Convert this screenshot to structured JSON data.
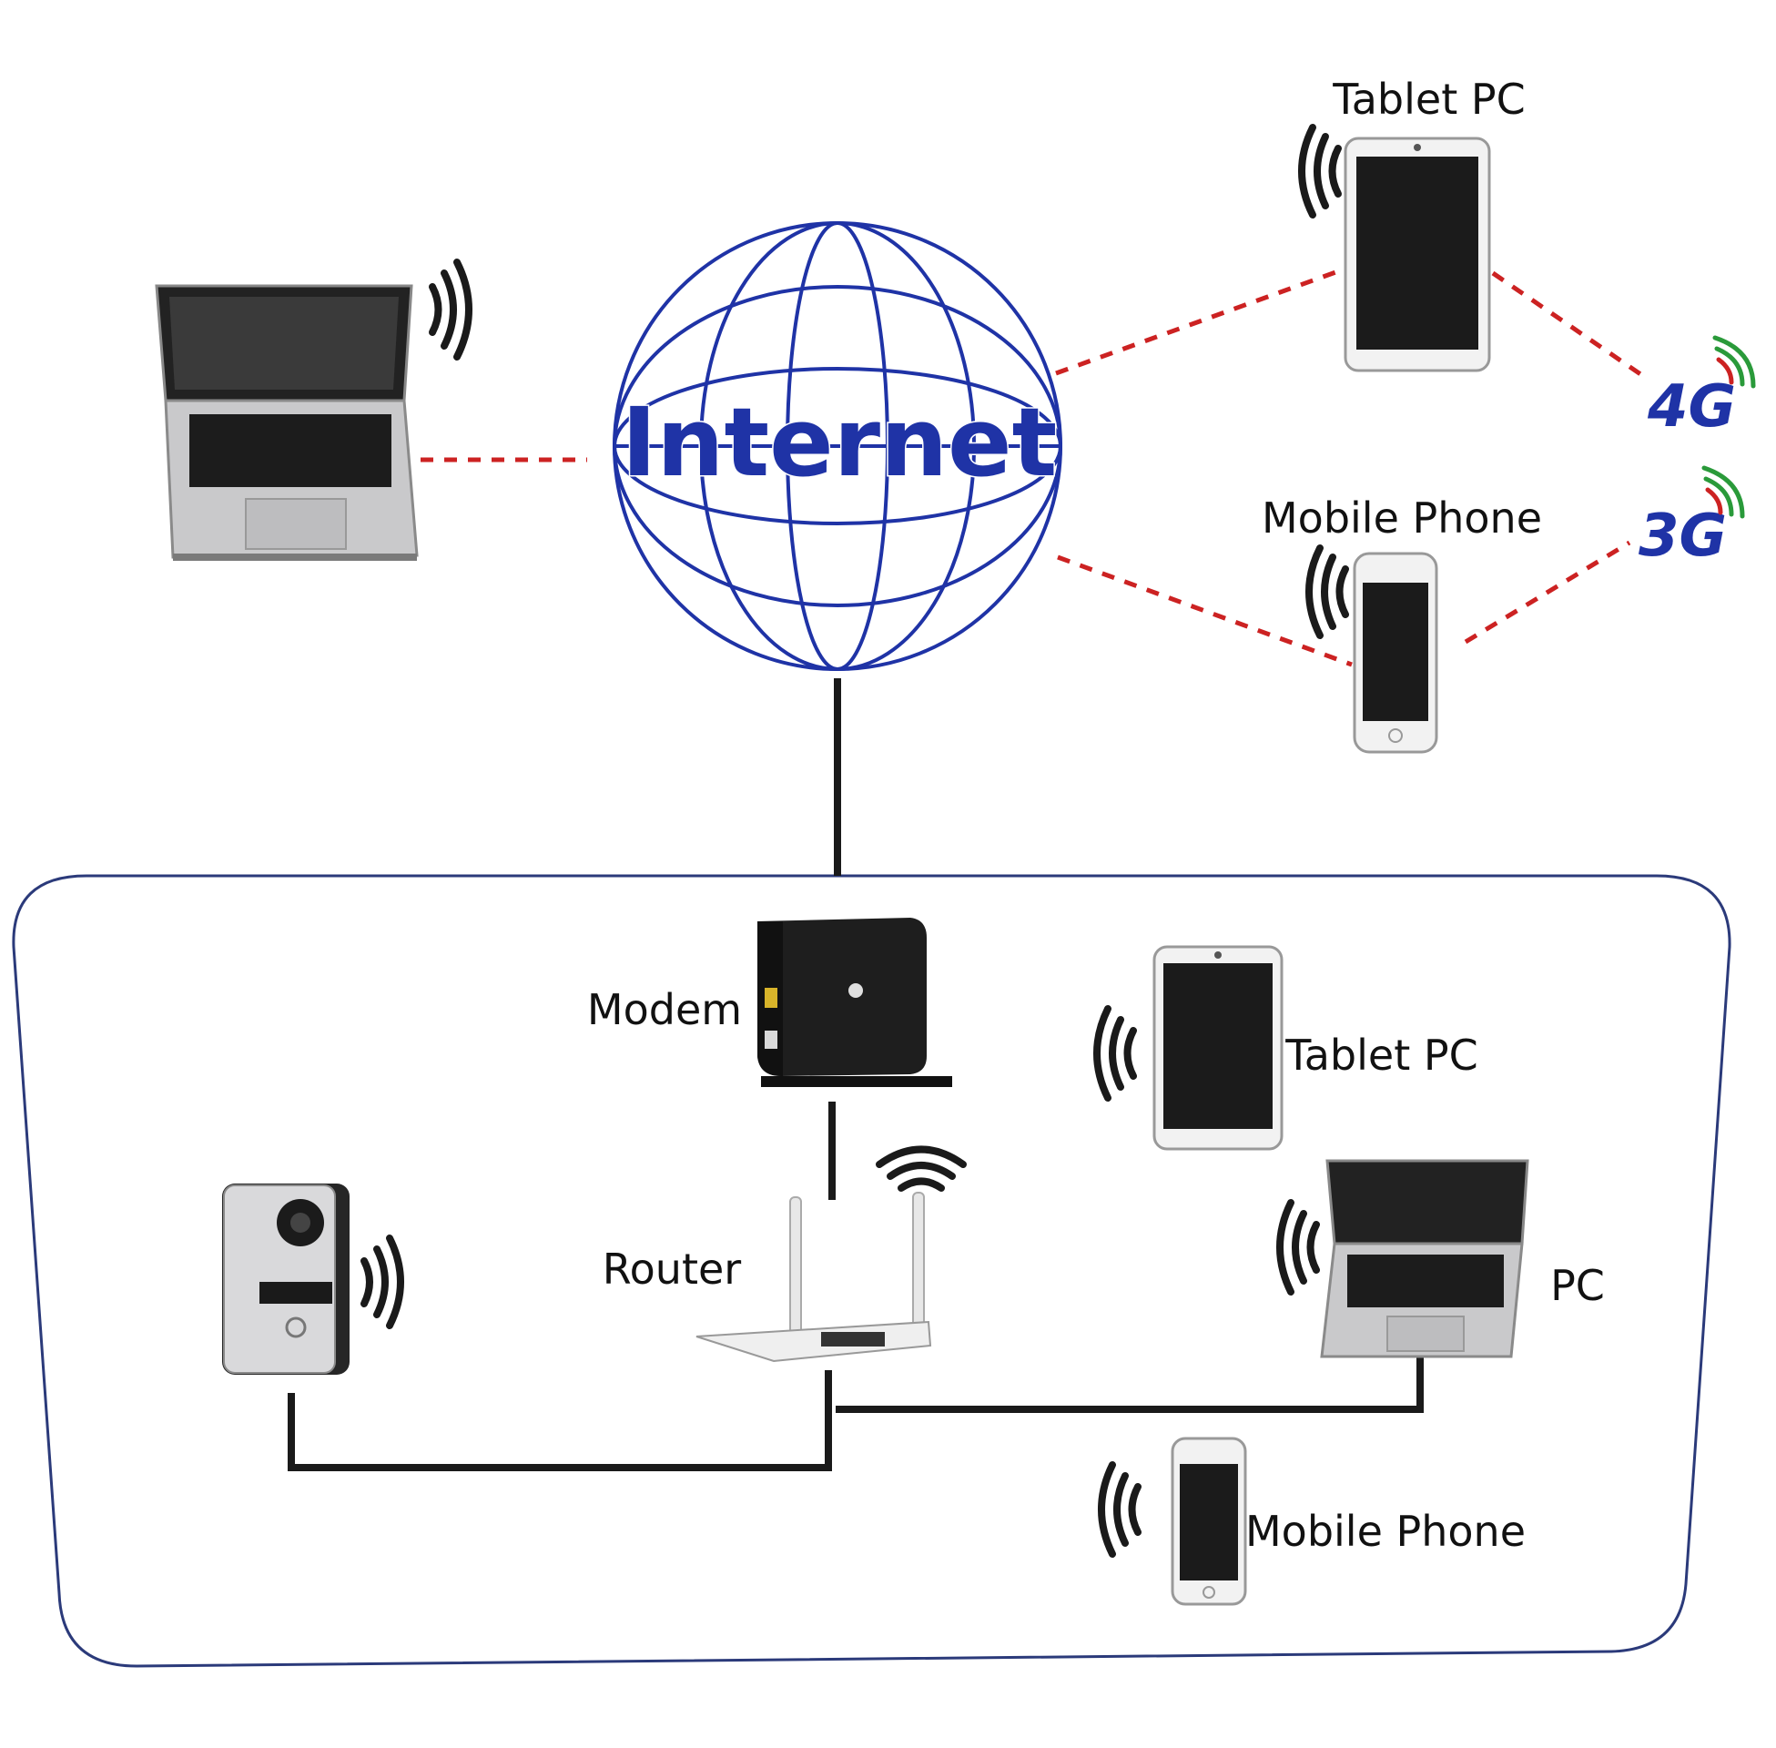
{
  "colors": {
    "globe": "#1f33a6",
    "wireless_link": "#cc2222",
    "wired_link": "#1a1a1a",
    "network_badge": "#1f33a6",
    "signal": "#1a1a1a",
    "lan_border": "#2b3a7a"
  },
  "internet": {
    "label": "Internet",
    "icon": "globe-icon"
  },
  "remote_devices": {
    "tablet": {
      "label": "Tablet PC",
      "icon": "tablet-icon"
    },
    "phone": {
      "label": "Mobile Phone",
      "icon": "mobile-phone-icon"
    },
    "laptop": {
      "icon": "laptop-icon"
    }
  },
  "networks": {
    "four_g": {
      "label": "4G"
    },
    "three_g": {
      "label": "3G"
    }
  },
  "lan": {
    "modem": {
      "label": "Modem",
      "icon": "modem-icon"
    },
    "router": {
      "label": "Router",
      "icon": "router-icon"
    },
    "tablet": {
      "label": "Tablet PC",
      "icon": "tablet-icon"
    },
    "pc": {
      "label": "PC",
      "icon": "laptop-icon"
    },
    "phone": {
      "label": "Mobile Phone",
      "icon": "mobile-phone-icon"
    },
    "doorbell": {
      "icon": "video-doorbell-icon"
    }
  }
}
